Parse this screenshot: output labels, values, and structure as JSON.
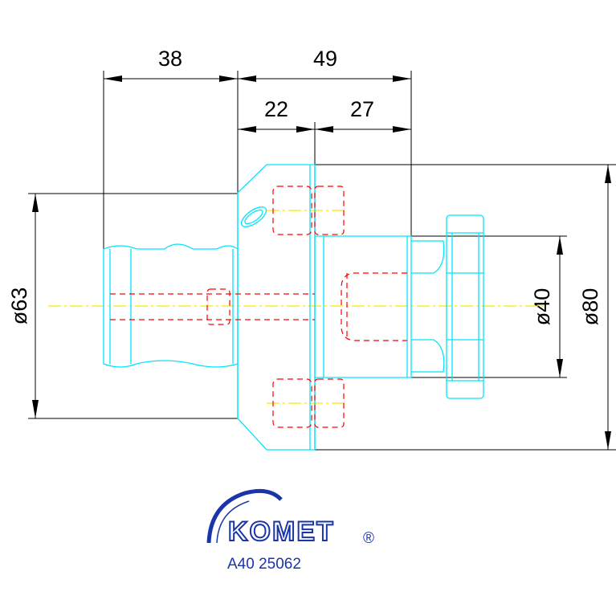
{
  "dimensions": {
    "d38": "38",
    "d49": "49",
    "d22": "22",
    "d27": "27",
    "dia63": "ø63",
    "dia40": "ø40",
    "dia80": "ø80"
  },
  "logo": {
    "brand": "KOMET",
    "registered_mark": "®"
  },
  "part_number": "A40 25062",
  "colors": {
    "part_outline": "#00e5ff",
    "hidden_lines": "#ff0000",
    "center_axis": "#ffe600",
    "dimension_lines": "#000000",
    "logo": "#1a35a8"
  }
}
